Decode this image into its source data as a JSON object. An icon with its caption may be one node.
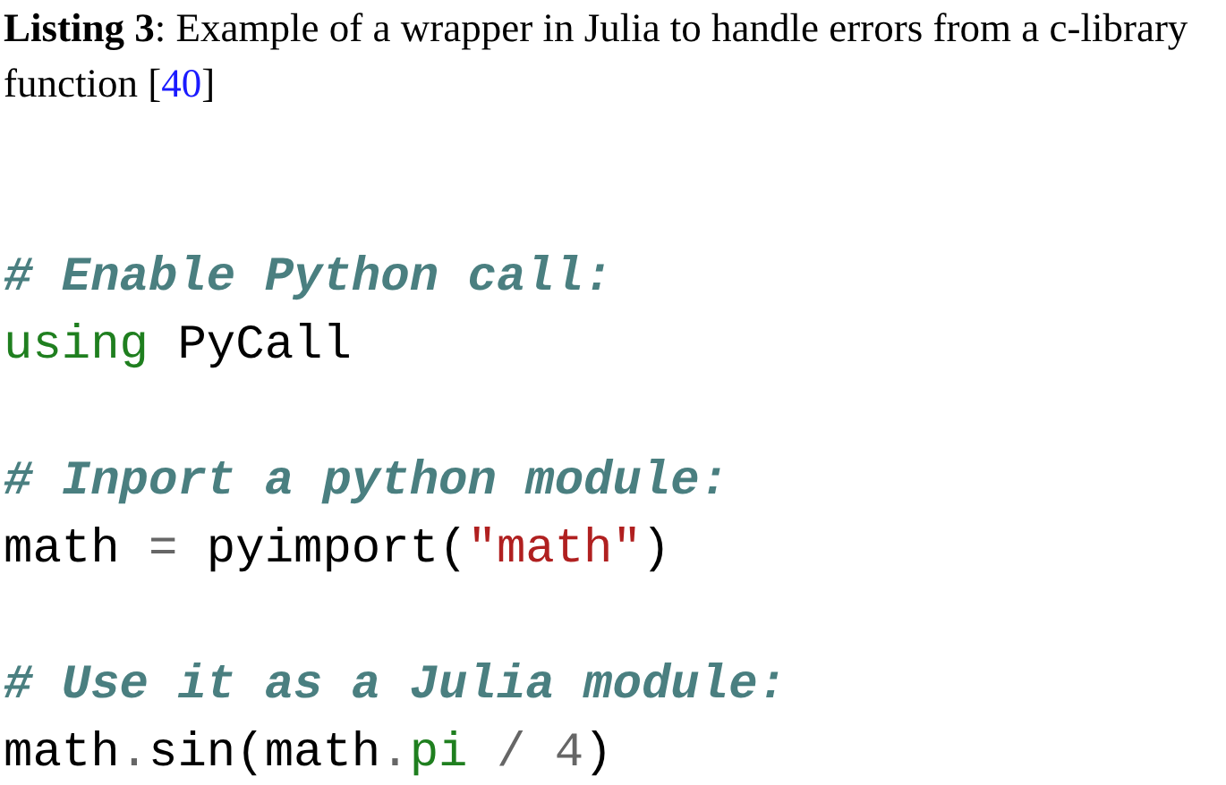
{
  "diagram": {
    "caption": "**Listing 3**: Example of a wrapper in Julia to handle errors from a c-library function [40]",
    "labels": [
      "# Enable Python call:",
      "using PyCall",
      "# Inport a python module:",
      "math = pyimport(\"math\")",
      "# Use it as a Julia module:",
      "math.sin(math.pi / 4)"
    ]
  }
}
